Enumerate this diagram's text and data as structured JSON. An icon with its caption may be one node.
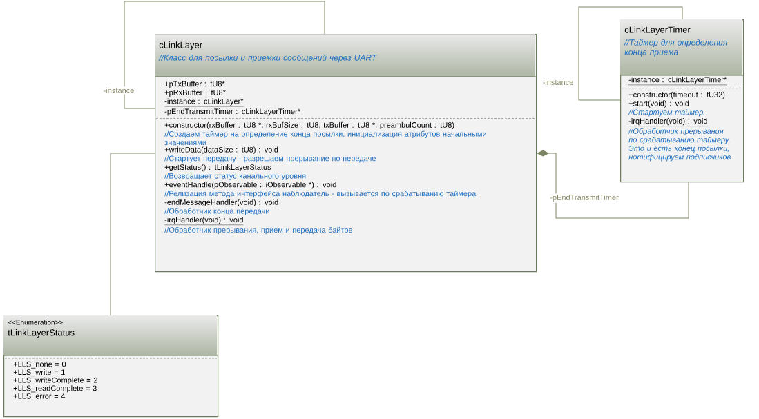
{
  "diagram": {
    "nodes": [
      {
        "text": [
          "cLinkLayer",
          "//Класс для посылки и приемки сообщений через UART",
          "+pTxBuffer : tU8*",
          "+pRxBuffer : tU8*",
          "-instance : cLinkLayer*",
          "-pEndTransmitTimer : cLinkLayerTimer*",
          "+constructor(rxBuffer : tU8 *, rxBufSize : tU8, txBuffer : tU8 *, preambulCount : tU8)",
          "//Создаем таймер на определение конца посылки, инициализация атрибутов начальными значениями",
          "+writeData(dataSize : tU8) : void",
          "//Стартует передачу - разрешаем прерывание по передаче",
          "+getStatus() : tLinkLayerStatus",
          "//Возвращает статус канального уровня",
          "+eventHandle(pObservable : iObservable *) : void",
          "//Релизация метода интерфейса наблюдатель -  вызывается по срабатыванию таймера",
          "-endMessageHandler(void) : void",
          "//Обработчик конца передачи",
          "-irqHandler(void) : void",
          "//Обработчик прерывания, прием и передача байтов"
        ]
      },
      {
        "text": [
          "cLinkLayerTimer",
          "//Таймер для определения конца приема",
          "-instance : cLinkLayerTimer*",
          "+constructor(timeout : tU32)",
          "+start(void) : void",
          "//Стартуем таймер.",
          "-irqHandler(void) : void",
          "//Обработчик прерывания по срабатыванию таймеру. Это и есть конец посылки, нотифицируем подписчиков"
        ]
      },
      {
        "text": [
          "<<Enumeration>>",
          "tLinkLayerStatus",
          "+LLS_none =  0",
          "+LLS_write =  1",
          "+LLS_writeComplete =  2",
          "+LLS_readComplete = 3",
          "+LLS_error =  4"
        ]
      }
    ],
    "edges": [
      {
        "from": 0,
        "to": 0,
        "arrow": "none",
        "label": "-instance"
      },
      {
        "from": 1,
        "to": 1,
        "arrow": "none",
        "label": "-instance"
      },
      {
        "from": 0,
        "to": 1,
        "arrow": "other",
        "label": "-pEndTransmitTimer"
      },
      {
        "from": 0,
        "to": 2,
        "arrow": "none"
      }
    ]
  }
}
